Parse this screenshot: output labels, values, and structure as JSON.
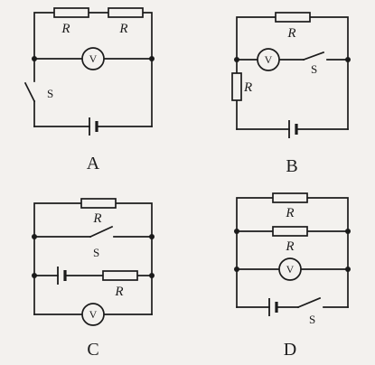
{
  "circuits": [
    {
      "caption": "A",
      "resistor_labels": [
        "R",
        "R"
      ],
      "switch_label": "S",
      "meter_label": "V"
    },
    {
      "caption": "B",
      "resistor_labels": [
        "R",
        "R"
      ],
      "switch_label": "S",
      "meter_label": "V"
    },
    {
      "caption": "C",
      "resistor_labels": [
        "R",
        "R"
      ],
      "switch_label": "S",
      "meter_label": "V"
    },
    {
      "caption": "D",
      "resistor_labels": [
        "R",
        "R"
      ],
      "switch_label": "S",
      "meter_label": "V"
    }
  ]
}
